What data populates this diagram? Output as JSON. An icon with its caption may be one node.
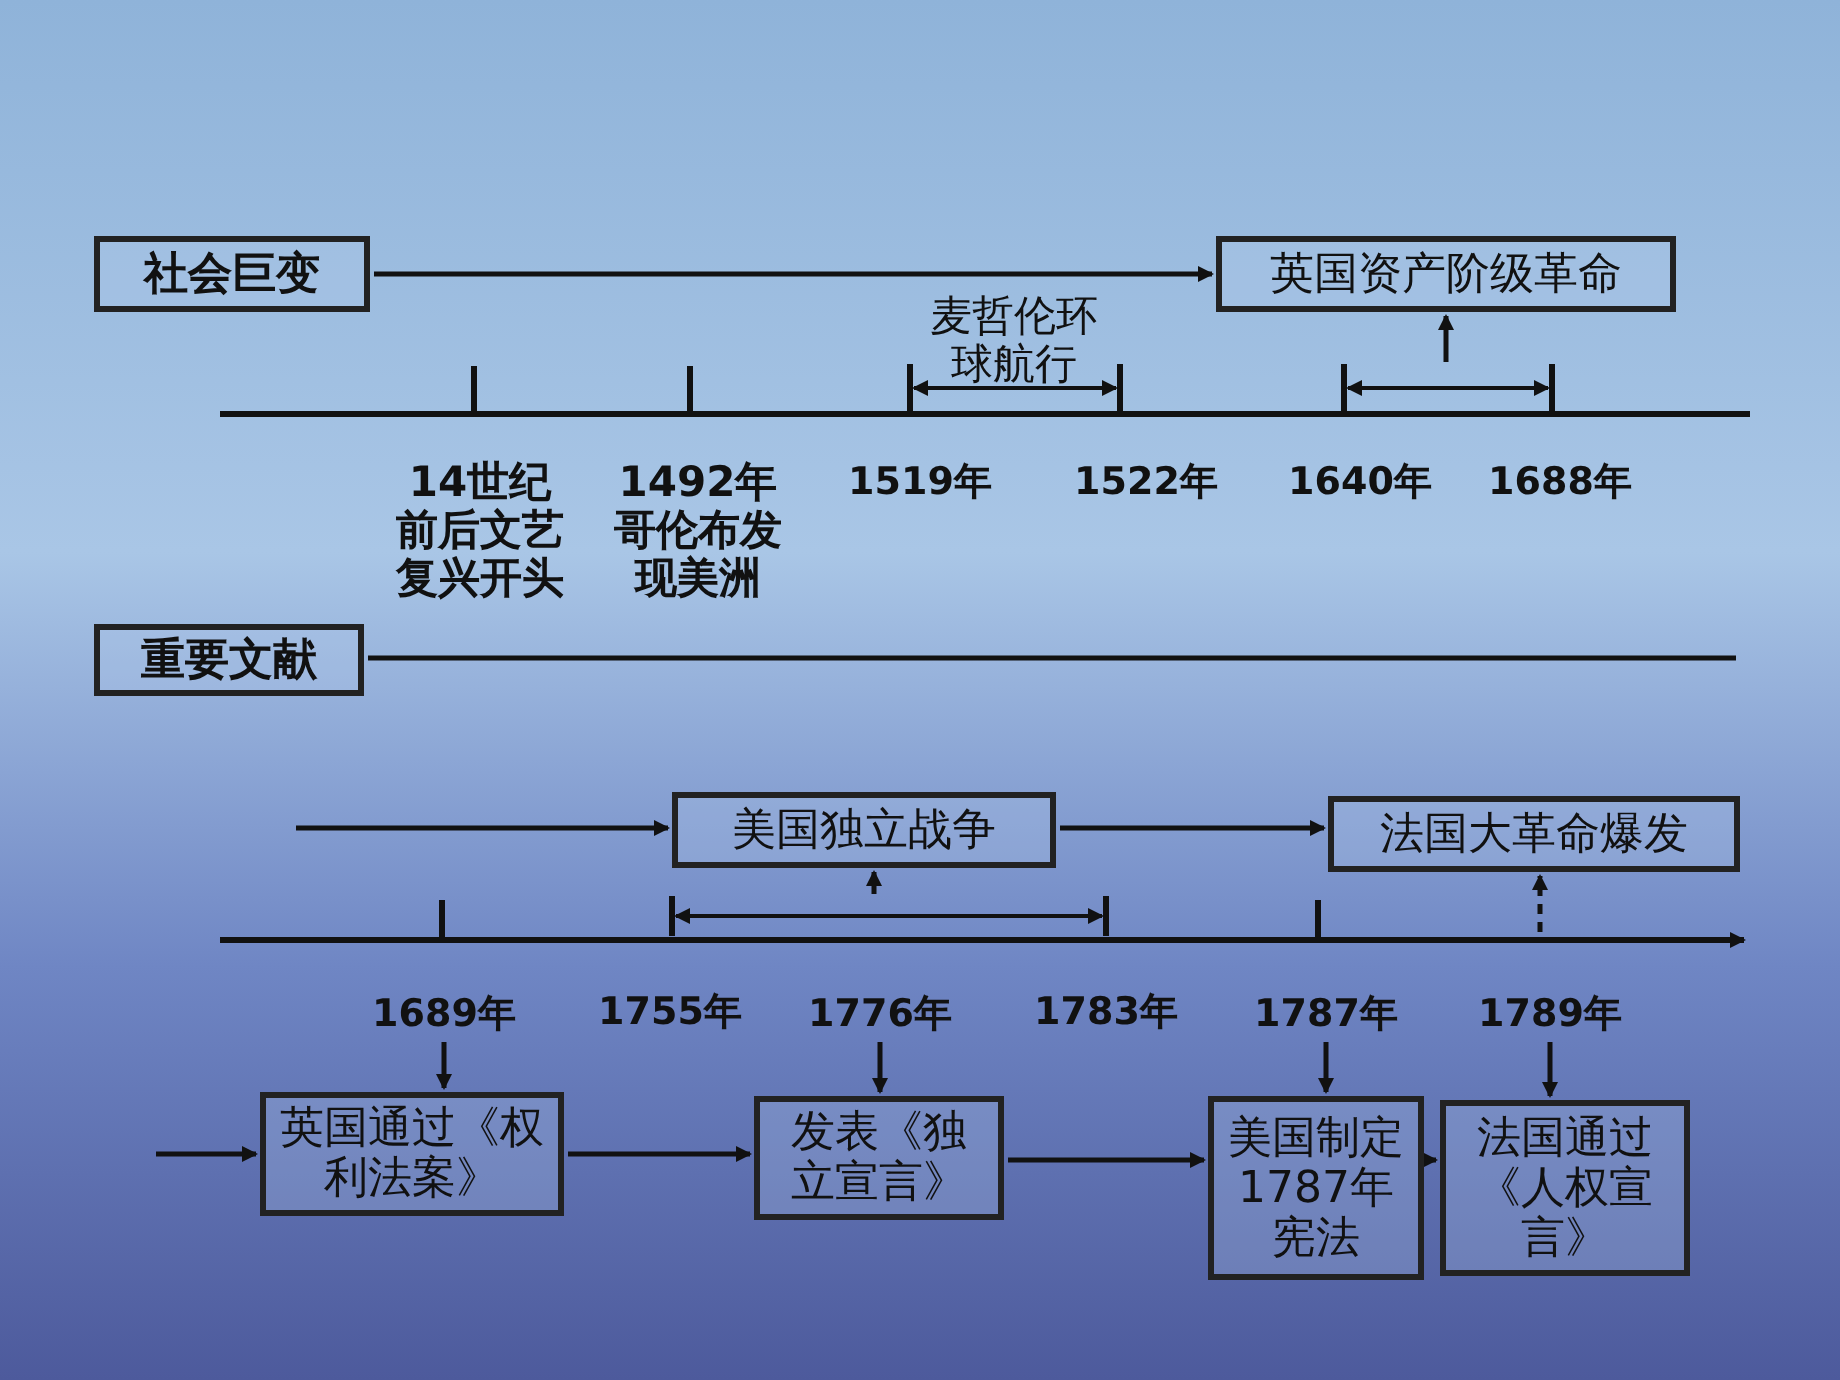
{
  "diagram": {
    "nodes": [
      {
        "text": [
          "社会巨变"
        ]
      },
      {
        "text": [
          "英国资产阶级革命"
        ]
      },
      {
        "text": [
          "重要文献"
        ]
      },
      {
        "text": [
          "美国独立战争"
        ]
      },
      {
        "text": [
          "法国大革命爆发"
        ]
      },
      {
        "text": [
          "英国通过《权利法案》"
        ]
      },
      {
        "text": [
          "发表《独立宣言》"
        ]
      },
      {
        "text": [
          "美国制定1787年宪法"
        ]
      },
      {
        "text": [
          "法国通过《人权宣言》"
        ]
      },
      {
        "text": [
          "1689年"
        ]
      },
      {
        "text": [
          "1776年"
        ]
      },
      {
        "text": [
          "1787年"
        ]
      },
      {
        "text": [
          "1789年"
        ]
      },
      {
        "text": [],
        "shape": "bracket"
      },
      {
        "text": [],
        "shape": "bracket"
      },
      {
        "text": [],
        "shape": "bracket"
      }
    ],
    "edges": [
      {
        "from": 0,
        "to": 1,
        "arrow": "to"
      },
      {
        "from": 14,
        "to": 1,
        "arrow": "to"
      },
      {
        "from": 2,
        "to": null,
        "arrow": "none"
      },
      {
        "from": null,
        "to": 3,
        "arrow": "to"
      },
      {
        "from": 3,
        "to": 4,
        "arrow": "to"
      },
      {
        "from": 15,
        "to": 3,
        "arrow": "to"
      },
      {
        "from": null,
        "to": 4,
        "arrow": "to",
        "style": "dashed"
      },
      {
        "from": null,
        "to": 5,
        "arrow": "to"
      },
      {
        "from": 5,
        "to": 6,
        "arrow": "to"
      },
      {
        "from": 6,
        "to": 7,
        "arrow": "to"
      },
      {
        "from": 7,
        "to": 8,
        "arrow": "to"
      },
      {
        "from": 9,
        "to": 5,
        "arrow": "to"
      },
      {
        "from": 10,
        "to": 6,
        "arrow": "to"
      },
      {
        "from": 11,
        "to": 7,
        "arrow": "to"
      },
      {
        "from": 12,
        "to": 8,
        "arrow": "to"
      }
    ],
    "labels": [
      "麦哲伦环球航行",
      "14世纪前后文艺复兴开头",
      "1492年哥伦布发现美洲",
      "1519年",
      "1522年",
      "1640年",
      "1688年",
      "1755年",
      "1783年"
    ]
  }
}
